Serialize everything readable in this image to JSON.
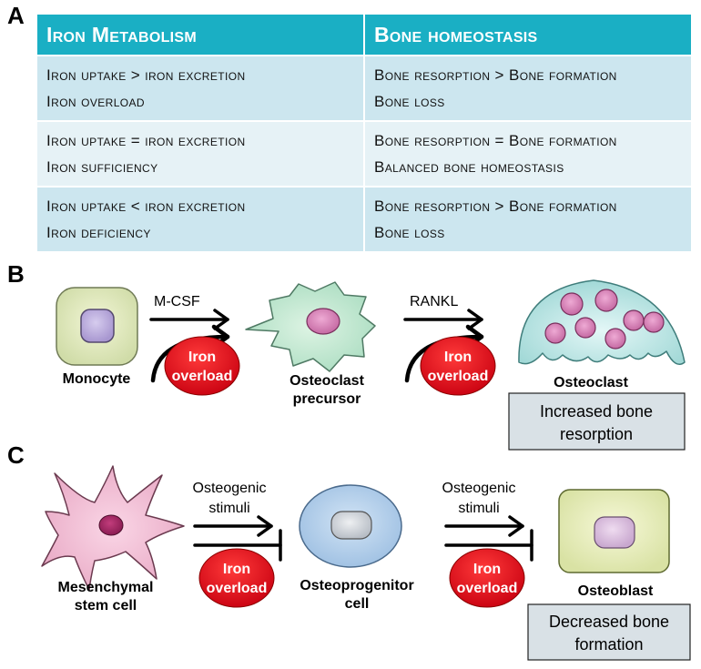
{
  "panel_labels": {
    "a": "A",
    "b": "B",
    "c": "C"
  },
  "table": {
    "headers": [
      "Iron Metabolism",
      "Bone homeostasis"
    ],
    "rows": [
      {
        "left": [
          "Iron uptake > iron excretion",
          "Iron overload"
        ],
        "right": [
          "Bone resorption > Bone formation",
          "Bone loss"
        ]
      },
      {
        "left": [
          "Iron uptake = iron excretion",
          "Iron sufficiency"
        ],
        "right": [
          "Bone resorption = Bone formation",
          "Balanced bone homeostasis"
        ]
      },
      {
        "left": [
          "Iron uptake < iron excretion",
          "Iron deficiency"
        ],
        "right": [
          "Bone resorption > Bone formation",
          "Bone loss"
        ]
      }
    ]
  },
  "panel_b": {
    "monocyte_label": "Monocyte",
    "mcsf_label": "M-CSF",
    "iron_overload_1": [
      "Iron",
      "overload"
    ],
    "precursor_label": [
      "Osteoclast",
      "precursor"
    ],
    "rankl_label": "RANKL",
    "iron_overload_2": [
      "Iron",
      "overload"
    ],
    "osteoclast_label": "Osteoclast",
    "outcome": [
      "Increased bone",
      "resorption"
    ]
  },
  "panel_c": {
    "msc_label": [
      "Mesenchymal",
      "stem cell"
    ],
    "stimuli_1": [
      "Osteogenic",
      "stimuli"
    ],
    "iron_overload_1": [
      "Iron",
      "overload"
    ],
    "progenitor_label": [
      "Osteoprogenitor",
      "cell"
    ],
    "stimuli_2": [
      "Osteogenic",
      "stimuli"
    ],
    "iron_overload_2": [
      "Iron",
      "overload"
    ],
    "osteoblast_label": "Osteoblast",
    "outcome": [
      "Decreased bone",
      "formation"
    ]
  },
  "colors": {
    "header_teal": "#1aafc4",
    "row_dark": "#cce6ef",
    "row_light": "#e6f2f6",
    "iron_red": "#e0001a",
    "outcome_box": "#d9e1e6"
  },
  "icons": [
    "monocyte-cell",
    "osteoclast-precursor-cell",
    "osteoclast-cell",
    "mesenchymal-stem-cell",
    "osteoprogenitor-cell",
    "osteoblast-cell"
  ]
}
